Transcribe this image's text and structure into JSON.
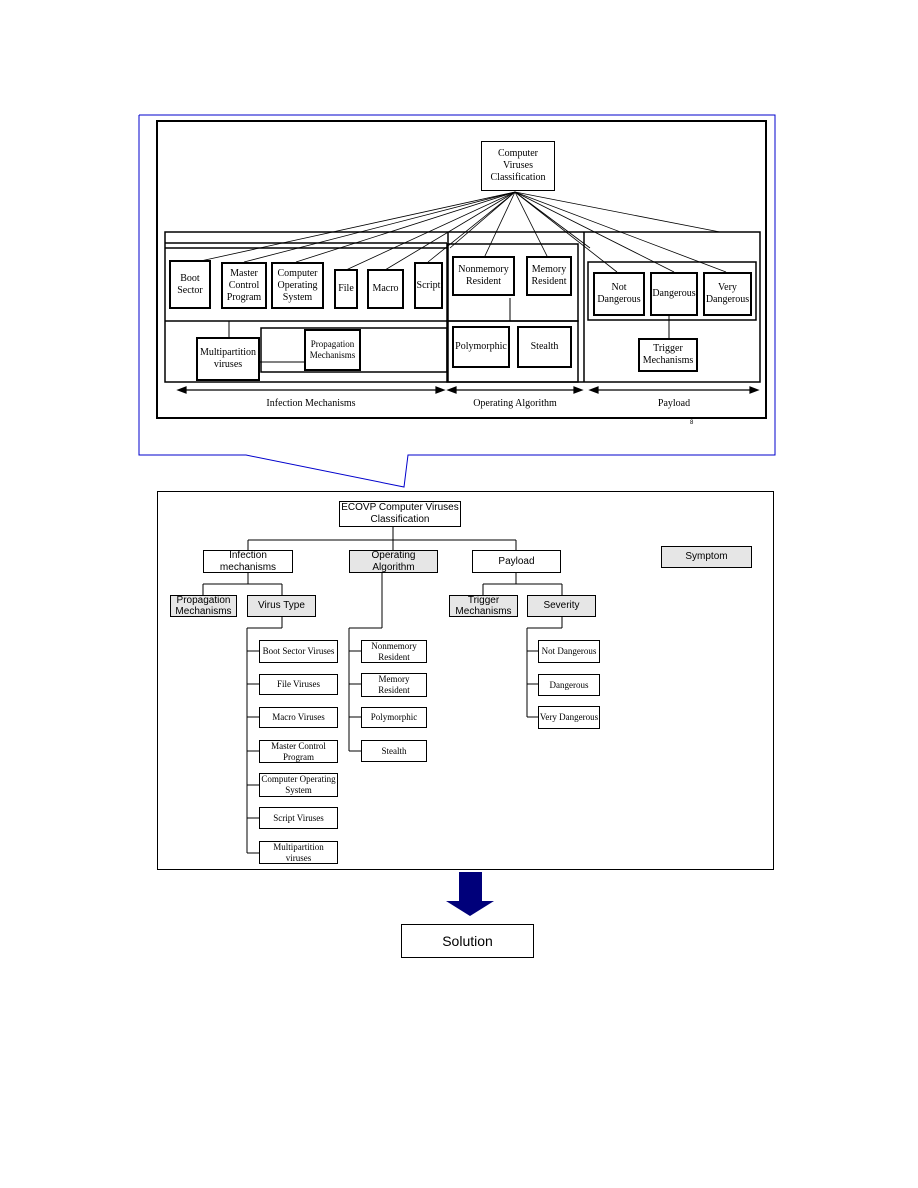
{
  "top_diagram": {
    "root": "Computer Viruses Classification",
    "infection": [
      "Boot Sector",
      "Master Control Program",
      "Computer Operating System",
      "File",
      "Macro",
      "Script"
    ],
    "multipartition": "Multipartition viruses",
    "propagation": "Propagation Mechanisms",
    "operating": [
      "Nonmemory Resident",
      "Memory Resident"
    ],
    "operating_lower": [
      "Polymorphic",
      "Stealth"
    ],
    "payload": [
      "Not Dangerous",
      "Dangerous",
      "Very Dangerous"
    ],
    "trigger": "Trigger Mechanisms",
    "axis_labels": [
      "Infection Mechanisms",
      "Operating Algorithm",
      "Payload"
    ],
    "page_marker": "8"
  },
  "bottom_diagram": {
    "root": "ECOVP Computer Viruses Classification",
    "infection": "Infection mechanisms",
    "operating": "Operating Algorithm",
    "payload": "Payload",
    "symptom": "Symptom",
    "propagation": "Propagation Mechanisms",
    "virus_type": "Virus Type",
    "trigger": "Trigger Mechanisms",
    "severity": "Severity",
    "virus_types": [
      "Boot Sector Viruses",
      "File Viruses",
      "Macro Viruses",
      "Master Control Program",
      "Computer Operating System",
      "Script Viruses",
      "Multipartition viruses"
    ],
    "operating_items": [
      "Nonmemory Resident",
      "Memory Resident",
      "Polymorphic",
      "Stealth"
    ],
    "severity_items": [
      "Not Dangerous",
      "Dangerous",
      "Very Dangerous"
    ]
  },
  "solution": "Solution",
  "colors": {
    "arrow": "#00007a",
    "callout": "#0000cc"
  }
}
